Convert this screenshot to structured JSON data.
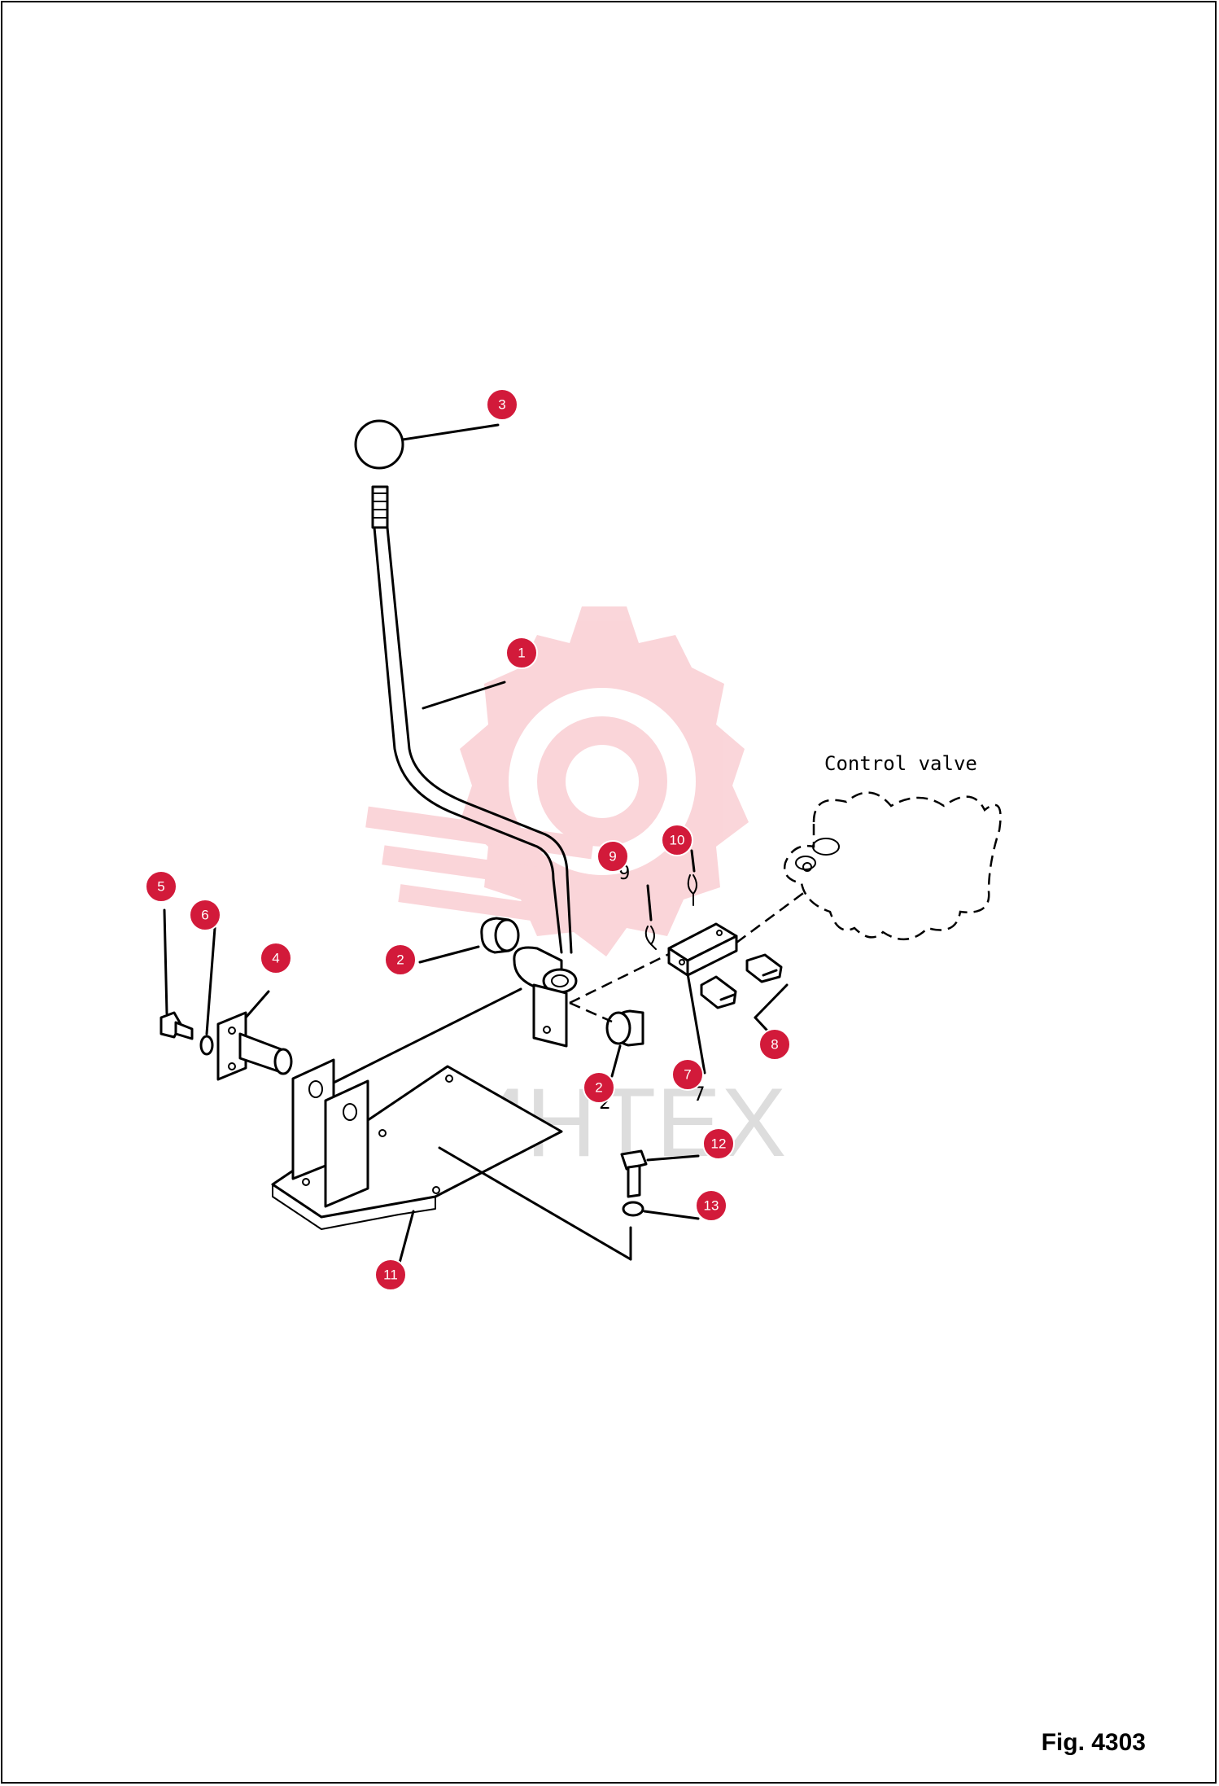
{
  "figure_label": "Fig. 4303",
  "watermark_text": "ИНТЕХ",
  "colors": {
    "callout": "#d21a3a",
    "watermark": "#f5a3ad"
  },
  "labels": {
    "control_valve": "Control valve"
  },
  "callouts": [
    {
      "id": "1",
      "label": "1"
    },
    {
      "id": "2a",
      "label": "2"
    },
    {
      "id": "2b",
      "label": "2"
    },
    {
      "id": "3",
      "label": "3"
    },
    {
      "id": "4",
      "label": "4"
    },
    {
      "id": "5",
      "label": "5"
    },
    {
      "id": "6",
      "label": "6"
    },
    {
      "id": "7",
      "label": "7"
    },
    {
      "id": "8",
      "label": "8"
    },
    {
      "id": "9",
      "label": "9"
    },
    {
      "id": "10",
      "label": "10"
    },
    {
      "id": "11",
      "label": "11"
    },
    {
      "id": "12",
      "label": "12"
    },
    {
      "id": "13",
      "label": "13"
    }
  ]
}
